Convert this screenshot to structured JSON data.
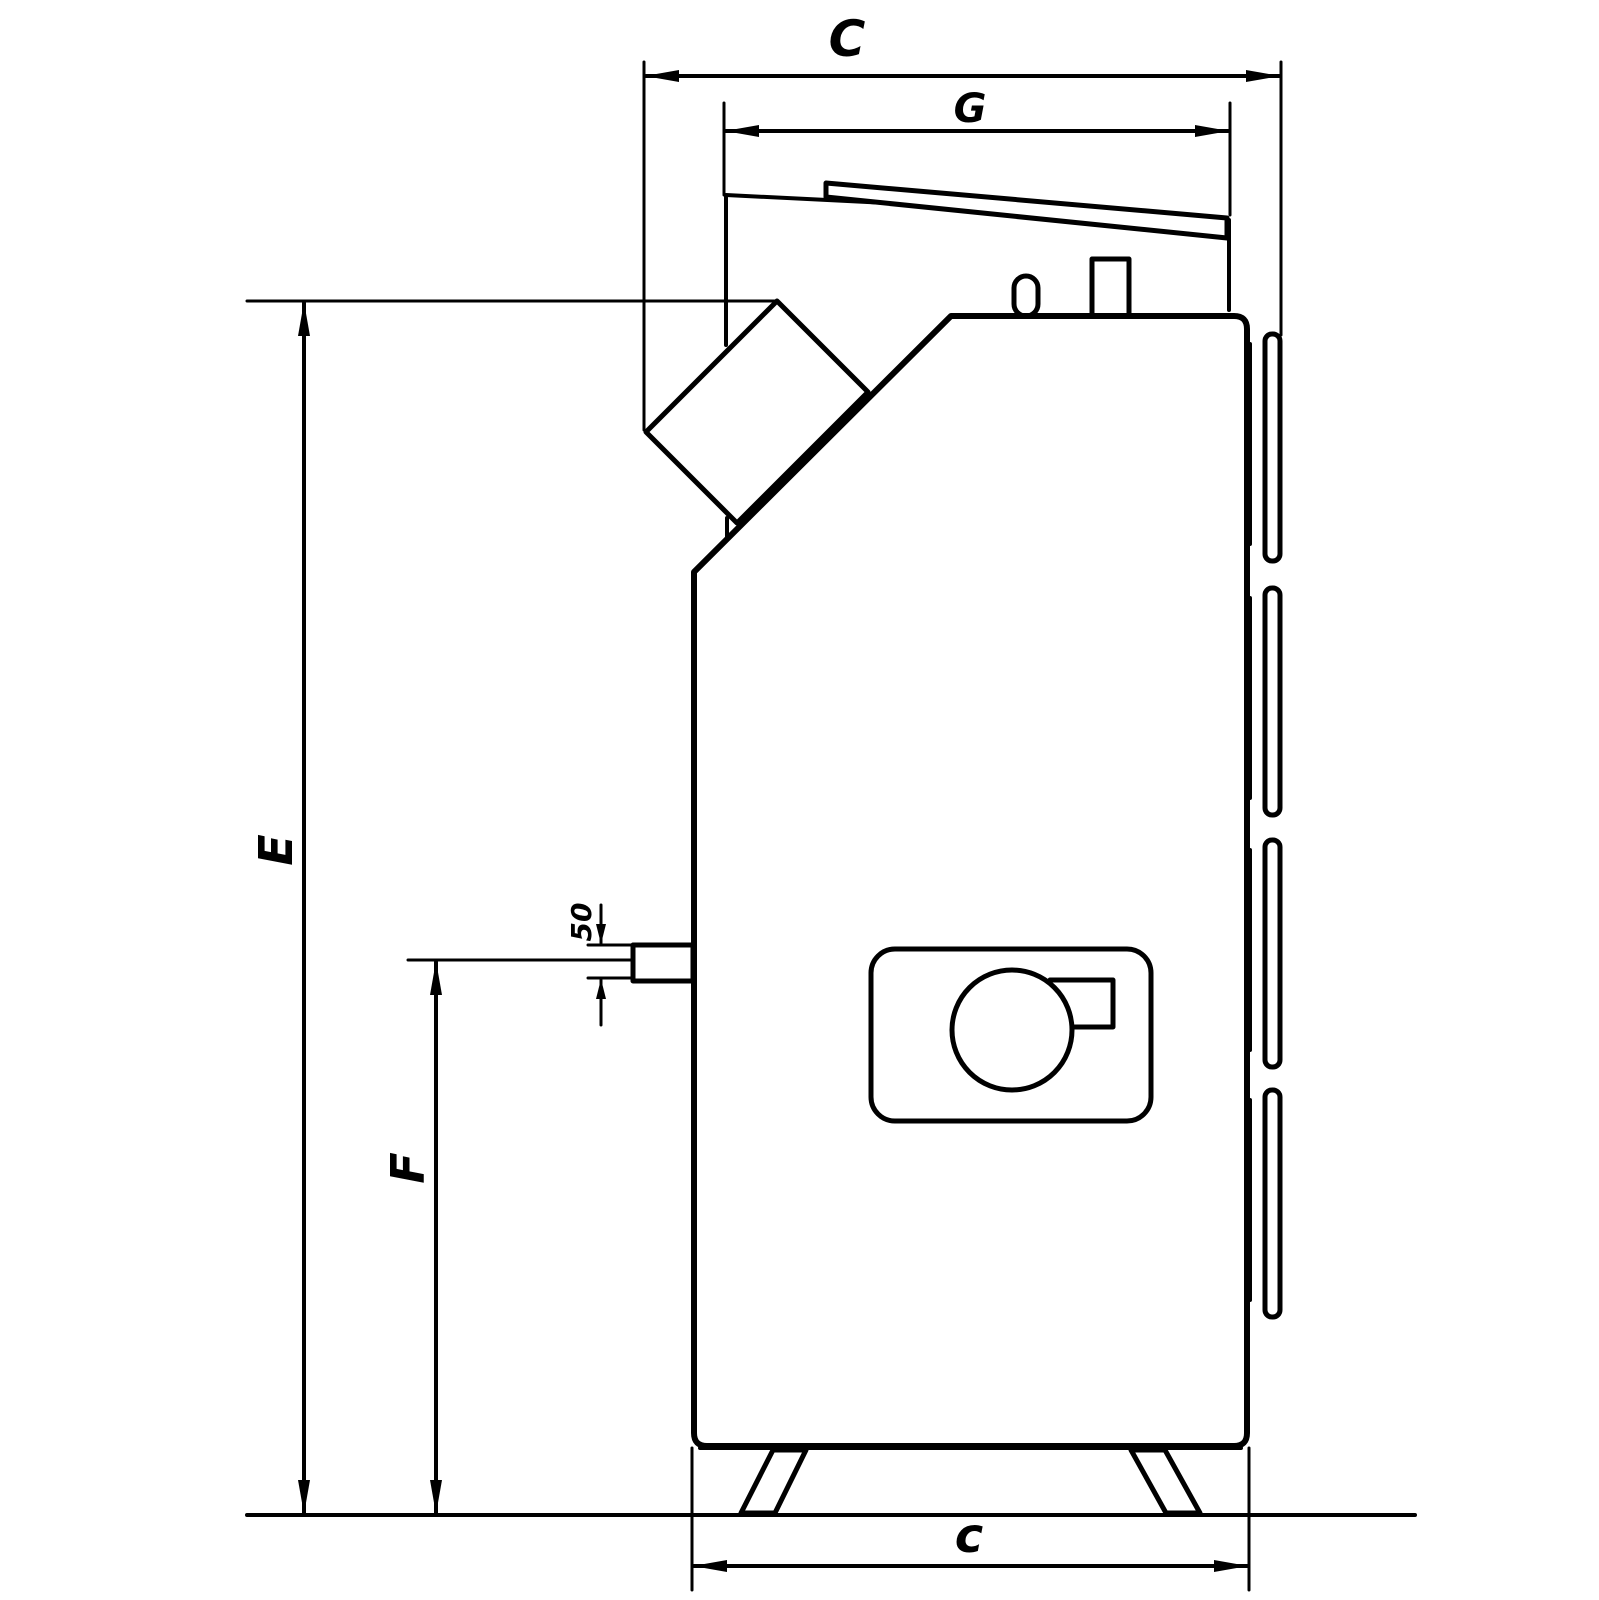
{
  "labels": {
    "overall_depth": "C",
    "top_cover_width": "G",
    "overall_height": "E",
    "outlet_height": "F",
    "pipe_size": "50",
    "base_width": "c"
  }
}
